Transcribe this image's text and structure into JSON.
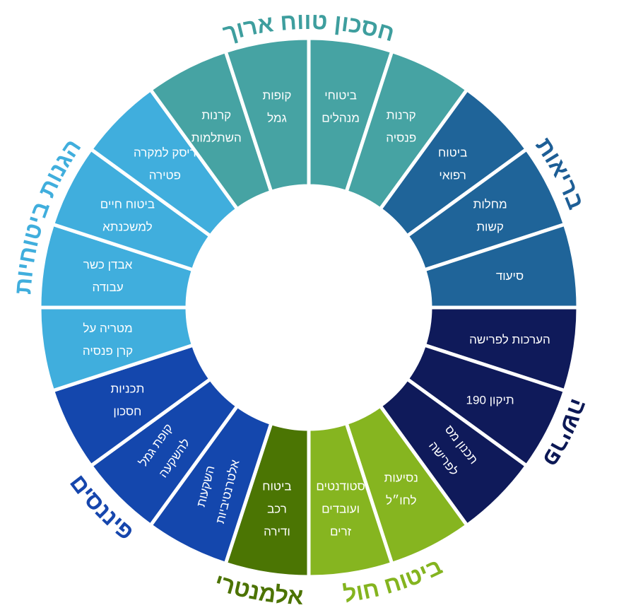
{
  "categories": [
    {
      "name": "חסכון טווח ארוך",
      "color": "#46a3a3",
      "text_color": "#3e9e9e"
    },
    {
      "name": "בריאות",
      "color": "#1f6499",
      "text_color": "#1d5e96"
    },
    {
      "name": "פרישה",
      "color": "#0f1a5a",
      "text_color": "#0c1855"
    },
    {
      "name": "ביטוח חול",
      "color": "#86b520",
      "text_color": "#84b41f"
    },
    {
      "name": "אלמנטרי",
      "color": "#4b7503",
      "text_color": "#4c7302"
    },
    {
      "name": "פיננסים",
      "color": "#1447ad",
      "text_color": "#1646ad"
    },
    {
      "name": "הגנות ביטוחיות",
      "color": "#40aedd",
      "text_color": "#40aedd"
    }
  ],
  "segments": [
    {
      "category": 0,
      "lines": [
        "ביטוחי",
        "מנהלים"
      ]
    },
    {
      "category": 0,
      "lines": [
        "קרנות",
        "פנסיה"
      ]
    },
    {
      "category": 1,
      "lines": [
        "ביטוח",
        "רפואי"
      ]
    },
    {
      "category": 1,
      "lines": [
        "מחלות",
        "קשות"
      ]
    },
    {
      "category": 1,
      "lines": [
        "סיעוד"
      ]
    },
    {
      "category": 2,
      "lines": [
        "הערכות לפרישה"
      ]
    },
    {
      "category": 2,
      "lines": [
        "תיקון 190"
      ]
    },
    {
      "category": 2,
      "lines": [
        "תכנון מס",
        "לפרישה"
      ]
    },
    {
      "category": 3,
      "lines": [
        "נסיעות",
        "לחו״ל"
      ]
    },
    {
      "category": 3,
      "lines": [
        "סטודנטים",
        "ועובדים",
        "זרים"
      ]
    },
    {
      "category": 4,
      "lines": [
        "ביטוח",
        "רכב",
        "ודירה"
      ]
    },
    {
      "category": 5,
      "lines": [
        "השקעות",
        "אלטרנטיביות"
      ]
    },
    {
      "category": 5,
      "lines": [
        "קופת גמל",
        "להשקעה"
      ]
    },
    {
      "category": 5,
      "lines": [
        "תכניות",
        "חסכון"
      ]
    },
    {
      "category": 6,
      "lines": [
        "מטריה על",
        "קרן פנסיה"
      ]
    },
    {
      "category": 6,
      "lines": [
        "אבדן כשר",
        "עבודה"
      ]
    },
    {
      "category": 6,
      "lines": [
        "ביטוח חיים",
        "למשכנתא"
      ]
    },
    {
      "category": 6,
      "lines": [
        "ריסק למקרה",
        "פטירה"
      ]
    },
    {
      "category": 0,
      "lines": [
        "קרנות",
        "השתלמות"
      ]
    },
    {
      "category": 0,
      "lines": [
        "קופות",
        "גמל"
      ]
    }
  ]
}
